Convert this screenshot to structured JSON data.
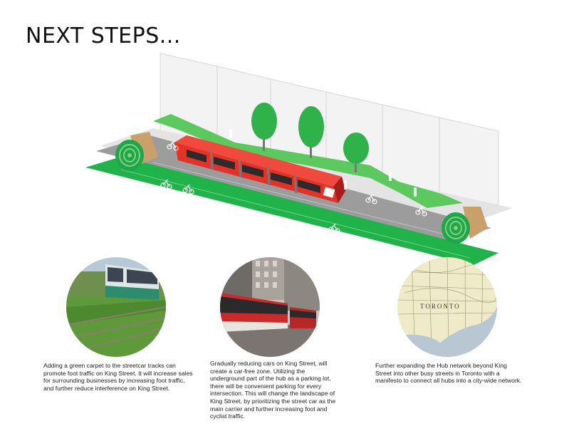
{
  "page": {
    "title": "NEXT STEPS..."
  },
  "illustration": {
    "colors": {
      "green": "#1fb34a",
      "light_green": "#5cc95e",
      "road": "#9e9e9e",
      "sidewalk": "#e6e6e6",
      "streetcar": "#e63127",
      "wall": "#f2f2f2"
    }
  },
  "steps": [
    {
      "photo": "green-carpet-streetcar-tracks-photo",
      "text": "Adding a green carpet to the streetcar tracks can promote foot traffic on King Street. It will increase sales for surrounding businesses by increasing foot traffic, and further reduce interference on King Street."
    },
    {
      "photo": "king-street-streetcars-photo",
      "text": "Gradually reducing cars on King Street, will create a car-free zone. Utilizing the underground part of the hub as a parking lot, there will be convenient parking for every intersection. This will change the landscape of King Street, by prioritizing the street car as the main carrier and further increasing foot and cyclist traffic."
    },
    {
      "photo": "toronto-map-photo",
      "map_label": "TORONTO",
      "text": "Further expanding the Hub network beyond King Street into other busy streets in Toronto with a manifesto to connect all hubs into a city-wide network."
    }
  ]
}
